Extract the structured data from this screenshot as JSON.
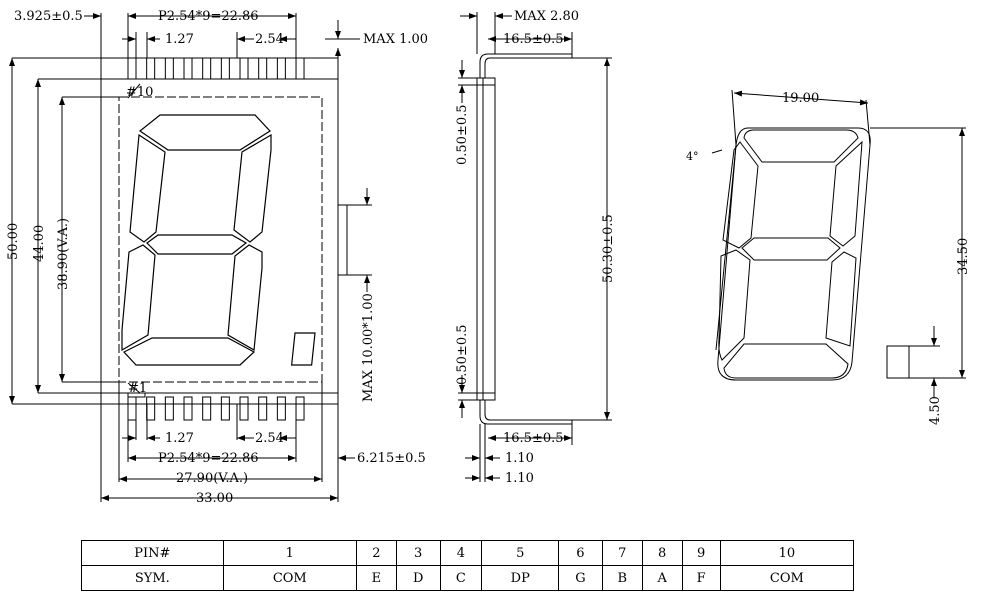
{
  "front_view": {
    "dim_3925": "3.925±0.5",
    "dim_pitch_top": "P2.54*9=22.86",
    "dim_127_top": "1.27",
    "dim_254_top": "2.54",
    "dim_max_100": "MAX  1.00",
    "label_pin10": "#10",
    "label_pin1": "#1",
    "dim_50": "50.00",
    "dim_44": "44.00",
    "dim_3890": "38.90(V.A.)",
    "dim_max_1000": "MAX  10.00*1.00",
    "dim_127_bottom": "1.27",
    "dim_254_bottom": "2.54",
    "dim_pitch_bottom": "P2.54*9=22.86",
    "dim_6215": "6.215±0.5",
    "dim_2790": "27.90(V.A.)",
    "dim_3300": "33.00"
  },
  "side_view": {
    "dim_max_280": "MAX  2.80",
    "dim_165_top": "16.5±0.5",
    "dim_050_top": "0.50±0.5",
    "dim_5030": "50.30±0.5",
    "dim_050_bottom": "0.50±0.5",
    "dim_165_bottom": "16.5±0.5",
    "dim_110_a": "1.10",
    "dim_110_b": "1.10"
  },
  "digit_view": {
    "dim_1900": "19.00",
    "dim_4deg": "4°",
    "dim_3450": "34.50",
    "dim_450": "4.50"
  },
  "pin_table": {
    "header": [
      "PIN#",
      "1",
      "2",
      "3",
      "4",
      "5",
      "6",
      "7",
      "8",
      "9",
      "10"
    ],
    "symbols": [
      "SYM.",
      "COM",
      "E",
      "D",
      "C",
      "DP",
      "G",
      "B",
      "A",
      "F",
      "COM"
    ]
  }
}
